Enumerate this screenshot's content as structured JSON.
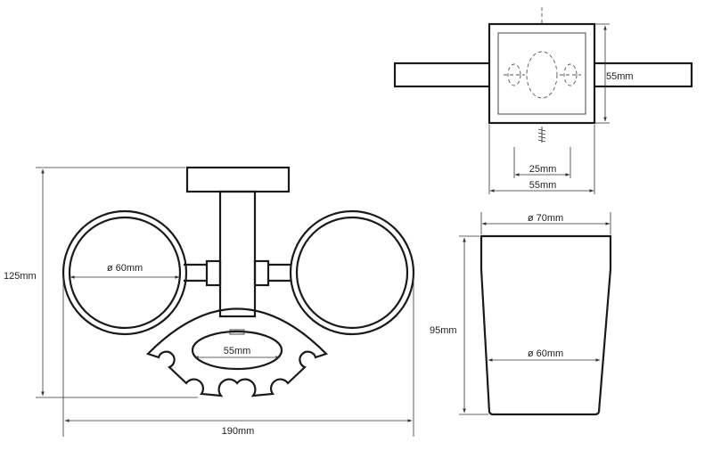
{
  "labels": {
    "top_height": "55mm",
    "top_spacing": "25mm",
    "top_width": "55mm",
    "cup_top_dia": "ø 70mm",
    "cup_height": "95mm",
    "cup_bottom_dia": "ø 60mm",
    "front_height": "125mm",
    "ring_dia": "ø 60mm",
    "holder_width": "55mm",
    "total_width": "190mm"
  }
}
